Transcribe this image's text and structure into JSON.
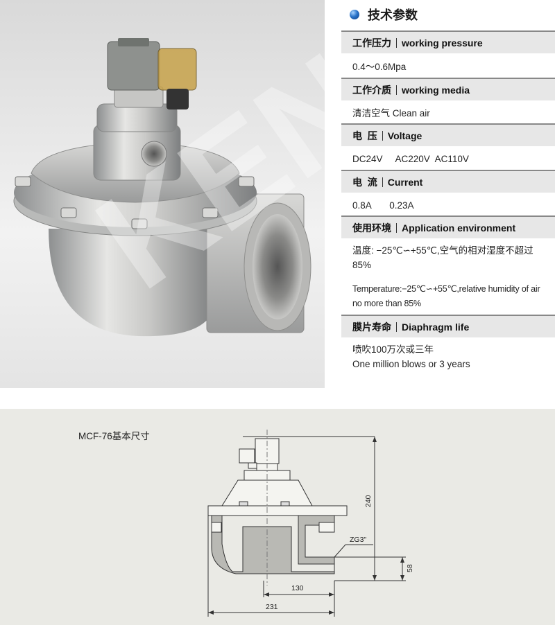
{
  "specs": {
    "title": "技术参数",
    "items": [
      {
        "label_cn": "工作压力",
        "label_en": "working pressure",
        "value": "0.4～0.6Mpa"
      },
      {
        "label_cn": "工作介质",
        "label_en": "working media",
        "value": "清洁空气 Clean air"
      },
      {
        "label_cn": "电  压",
        "label_en": "Voltage",
        "value": "DC24V     AC220V  AC110V"
      },
      {
        "label_cn": "电  流",
        "label_en": "Current",
        "value": "0.8A       0.23A"
      },
      {
        "label_cn": "使用环境",
        "label_en": "Application environment",
        "value": "温度: −25℃∽+55℃,空气的相对湿度不超过85%",
        "value2": "Temperature:−25℃∽+55℃,relative humidity of air no more than 85%"
      },
      {
        "label_cn": "膜片寿命",
        "label_en": "Diaphragm life",
        "value": "喷吹100万次或三年",
        "value2": "One million blows or 3 years"
      }
    ]
  },
  "drawing": {
    "title": "MCF-76基本尺寸",
    "dimensions": {
      "height": "240",
      "bottom_height": "58",
      "inner_width": "130",
      "overall_width": "231",
      "thread": "ZG3\""
    }
  },
  "photo": {
    "watermark": "KEN"
  },
  "colors": {
    "header_bg": "#e7e7e7",
    "drawing_bg": "#eaeae5",
    "bullet": "#2a73c9"
  }
}
